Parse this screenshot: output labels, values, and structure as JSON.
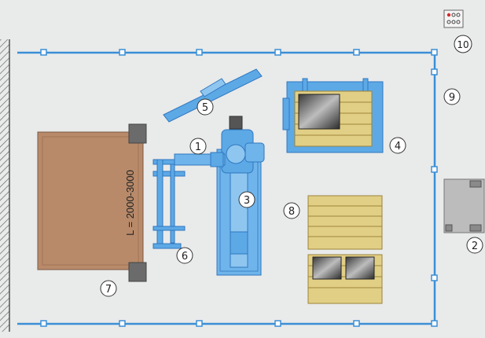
{
  "labels": {
    "n1": "1",
    "n2": "2",
    "n3": "3",
    "n4": "4",
    "n5": "5",
    "n6": "6",
    "n7": "7",
    "n8": "8",
    "n9": "9",
    "n10": "10",
    "dimension": "L = 2000-3000"
  },
  "colors": {
    "background": "#e9eaea",
    "fence": "#3b8fd6",
    "robot": "#5da9e6",
    "robot_dark": "#2f78c0",
    "conveyor": "#b88a6a",
    "pallet": "#e2cf86",
    "panel": "#bdbcbc"
  }
}
